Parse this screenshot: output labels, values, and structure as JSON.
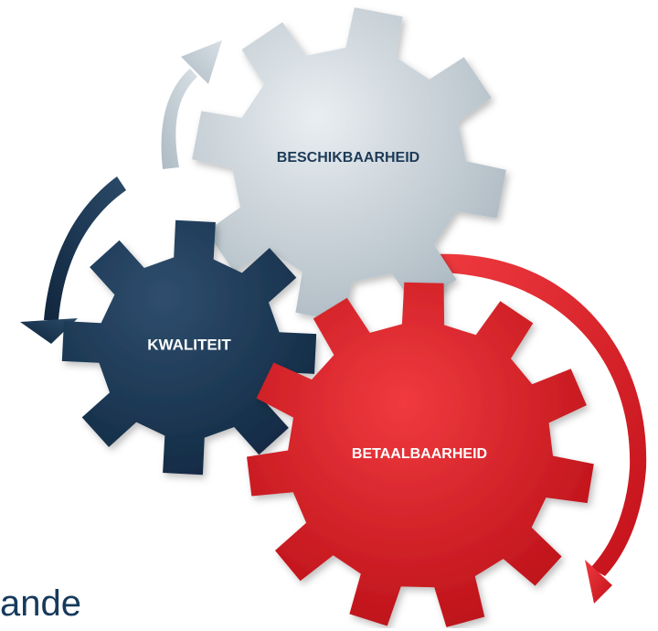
{
  "gears": {
    "beschikbaarheid": {
      "label": "BESCHIKBAARHEID",
      "color": "#c5ced5"
    },
    "kwaliteit": {
      "label": "KWALITEIT",
      "color": "#1d3a57"
    },
    "betaalbaarheid": {
      "label": "BETAALBAARHEID",
      "color": "#d8171e"
    }
  },
  "arrows": {
    "light": {
      "color": "#c7d0d6"
    },
    "dark": {
      "color": "#1d3a57"
    },
    "red": {
      "color": "#e0242a"
    }
  },
  "partial_text": "ande"
}
